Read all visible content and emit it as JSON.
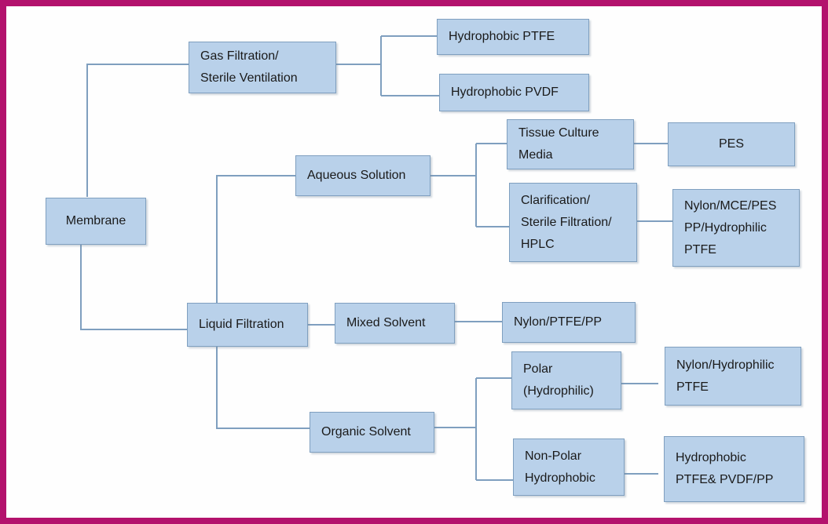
{
  "nodes": {
    "membrane": {
      "lines": [
        "Membrane"
      ]
    },
    "gas": {
      "lines": [
        "Gas Filtration/",
        "Sterile Ventilation"
      ]
    },
    "hydro_ptfe": {
      "lines": [
        "Hydrophobic PTFE"
      ]
    },
    "hydro_pvdf": {
      "lines": [
        "Hydrophobic PVDF"
      ]
    },
    "liquid": {
      "lines": [
        "Liquid Filtration"
      ]
    },
    "aqueous": {
      "lines": [
        "Aqueous Solution"
      ]
    },
    "tissue": {
      "lines": [
        "Tissue Culture",
        "Media"
      ]
    },
    "pes": {
      "lines": [
        "PES"
      ]
    },
    "clarification": {
      "lines": [
        "Clarification/",
        "Sterile Filtration/",
        "HPLC"
      ]
    },
    "nylon_mce": {
      "lines": [
        "Nylon/MCE/PES",
        "PP/Hydrophilic",
        "PTFE"
      ]
    },
    "mixed": {
      "lines": [
        "Mixed Solvent"
      ]
    },
    "nylon_ptfe_pp": {
      "lines": [
        "Nylon/PTFE/PP"
      ]
    },
    "organic": {
      "lines": [
        "Organic Solvent"
      ]
    },
    "polar": {
      "lines": [
        "Polar",
        "(Hydrophilic)"
      ]
    },
    "nylon_hydrophilic": {
      "lines": [
        "Nylon/Hydrophilic",
        "PTFE"
      ]
    },
    "nonpolar": {
      "lines": [
        "Non-Polar",
        "Hydrophobic"
      ]
    },
    "hydrophobic_ptfe_pvdf": {
      "lines": [
        "Hydrophobic",
        "PTFE& PVDF/PP"
      ]
    }
  },
  "colors": {
    "frame": "#b3126d",
    "box_fill": "#b9d1ea",
    "box_border": "#7f9fbf",
    "connector": "#7f9fbf",
    "text": "#1a1a1a"
  }
}
